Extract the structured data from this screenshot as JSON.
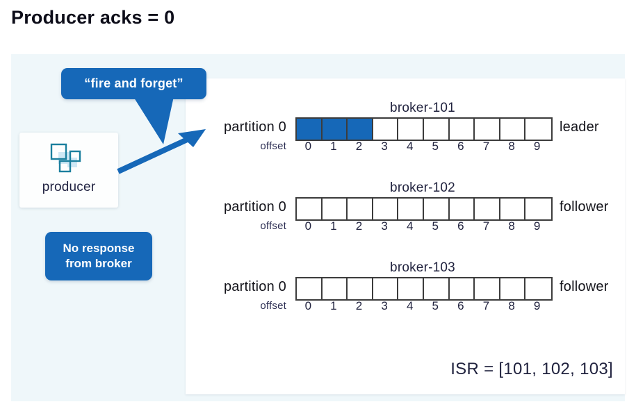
{
  "page": {
    "title": "Producer acks = 0"
  },
  "producer": {
    "label": "producer",
    "icon": "squares-icon"
  },
  "callouts": {
    "fire_and_forget": "“fire and forget”",
    "no_response_line1": "No response",
    "no_response_line2": "from broker"
  },
  "arrow": {
    "name": "producer-to-broker-arrow"
  },
  "colors": {
    "accent_blue": "#1668b8",
    "panel_background": "#eff7fa",
    "panel_white": "#ffffff",
    "cell_border": "#3c3c3c",
    "text_navy": "#21233f",
    "icon_teal": "#1b7f9e",
    "icon_light": "#cfe8f5"
  },
  "brokers": [
    {
      "name": "broker-101",
      "partition_label": "partition 0",
      "offset_label": "offset",
      "role": "leader",
      "offsets": [
        "0",
        "1",
        "2",
        "3",
        "4",
        "5",
        "6",
        "7",
        "8",
        "9"
      ],
      "filled": [
        true,
        true,
        true,
        false,
        false,
        false,
        false,
        false,
        false,
        false
      ]
    },
    {
      "name": "broker-102",
      "partition_label": "partition 0",
      "offset_label": "offset",
      "role": "follower",
      "offsets": [
        "0",
        "1",
        "2",
        "3",
        "4",
        "5",
        "6",
        "7",
        "8",
        "9"
      ],
      "filled": [
        false,
        false,
        false,
        false,
        false,
        false,
        false,
        false,
        false,
        false
      ]
    },
    {
      "name": "broker-103",
      "partition_label": "partition 0",
      "offset_label": "offset",
      "role": "follower",
      "offsets": [
        "0",
        "1",
        "2",
        "3",
        "4",
        "5",
        "6",
        "7",
        "8",
        "9"
      ],
      "filled": [
        false,
        false,
        false,
        false,
        false,
        false,
        false,
        false,
        false,
        false
      ]
    }
  ],
  "isr": {
    "text": "ISR = [101, 102, 103]"
  }
}
